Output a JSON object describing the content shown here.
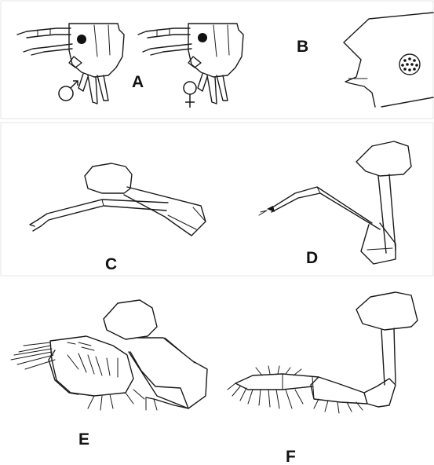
{
  "panels": {
    "A": {
      "label": "A"
    },
    "B": {
      "label": "B"
    },
    "C": {
      "label": "C"
    },
    "D": {
      "label": "D"
    },
    "E": {
      "label": "E"
    },
    "F": {
      "label": "F"
    }
  },
  "sex_symbols": [
    "male-symbol",
    "female-symbol"
  ],
  "colors": {
    "ink": "#1a1a1a",
    "background": "#ffffff"
  }
}
